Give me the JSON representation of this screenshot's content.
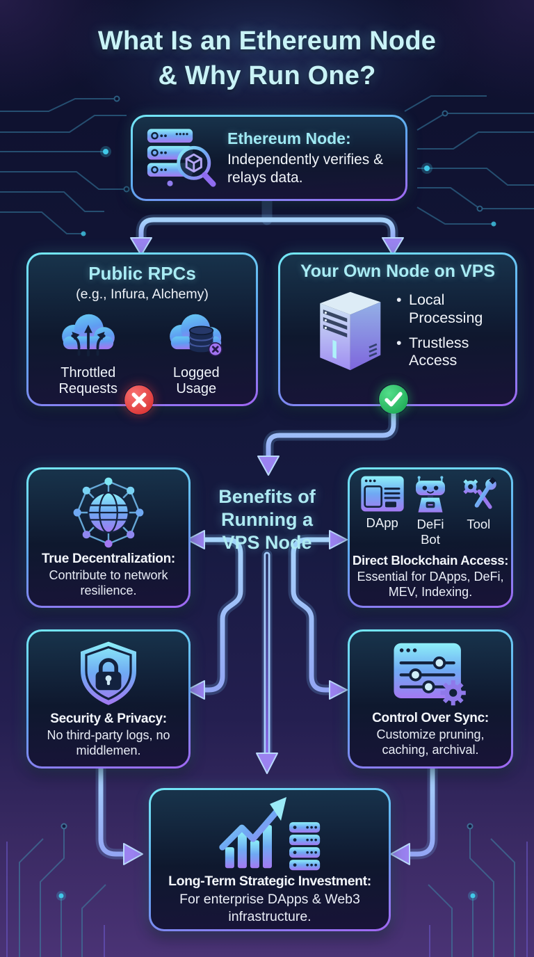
{
  "title": {
    "line1": "What Is an Ethereum Node",
    "line2": "& Why Run One?"
  },
  "intro": {
    "heading": "Ethereum Node:",
    "body": "Independently verifies & relays data.",
    "icon": "server-search-icon"
  },
  "comparison": {
    "public_rpcs": {
      "title": "Public RPCs",
      "subtitle": "(e.g., Infura, Alchemy)",
      "items": [
        {
          "icon": "cloud-throttle-icon",
          "label": "Throttled Requests"
        },
        {
          "icon": "cloud-logging-icon",
          "label": "Logged Usage"
        }
      ],
      "verdict": "negative",
      "verdict_icon": "cross-badge"
    },
    "own_node": {
      "title": "Your Own Node on VPS",
      "icon": "vps-server-icon",
      "bullets": [
        "Local Processing",
        "Trustless Access"
      ],
      "verdict": "positive",
      "verdict_icon": "check-badge"
    }
  },
  "hub": {
    "lines": [
      "Benefits of",
      "Running a",
      "VPS Node"
    ]
  },
  "benefits": {
    "decentralization": {
      "icon": "globe-network-icon",
      "heading": "True Decentralization:",
      "body": "Contribute to network resilience."
    },
    "access": {
      "icons": [
        {
          "icon": "dapp-window-icon",
          "label": "DApp"
        },
        {
          "icon": "defi-bot-icon",
          "label": "DeFi Bot"
        },
        {
          "icon": "tools-icon",
          "label": "Tool"
        }
      ],
      "heading": "Direct Blockchain Access:",
      "body": "Essential for DApps, DeFi, MEV, Indexing."
    },
    "security": {
      "icon": "shield-lock-icon",
      "heading": "Security & Privacy:",
      "body": "No third-party logs, no middlemen."
    },
    "sync": {
      "icon": "sync-control-icon",
      "heading": "Control Over Sync:",
      "body": "Customize pruning, caching, archival."
    }
  },
  "conclusion": {
    "icon": "growth-chart-icon",
    "heading": "Long-Term Strategic Investment:",
    "body": "For enterprise DApps & Web3 infrastructure."
  },
  "colors": {
    "background_top": "#0d102c",
    "background_bottom": "#4a3375",
    "title_cyan": "#c9f3f7",
    "accent_cyan": "#74e9f6",
    "accent_purple": "#a166f2",
    "arrow_blue": "#9cc6fa",
    "text_white": "#f1f5fa",
    "negative_red": "#dc2f2f",
    "positive_green": "#22b85c"
  }
}
